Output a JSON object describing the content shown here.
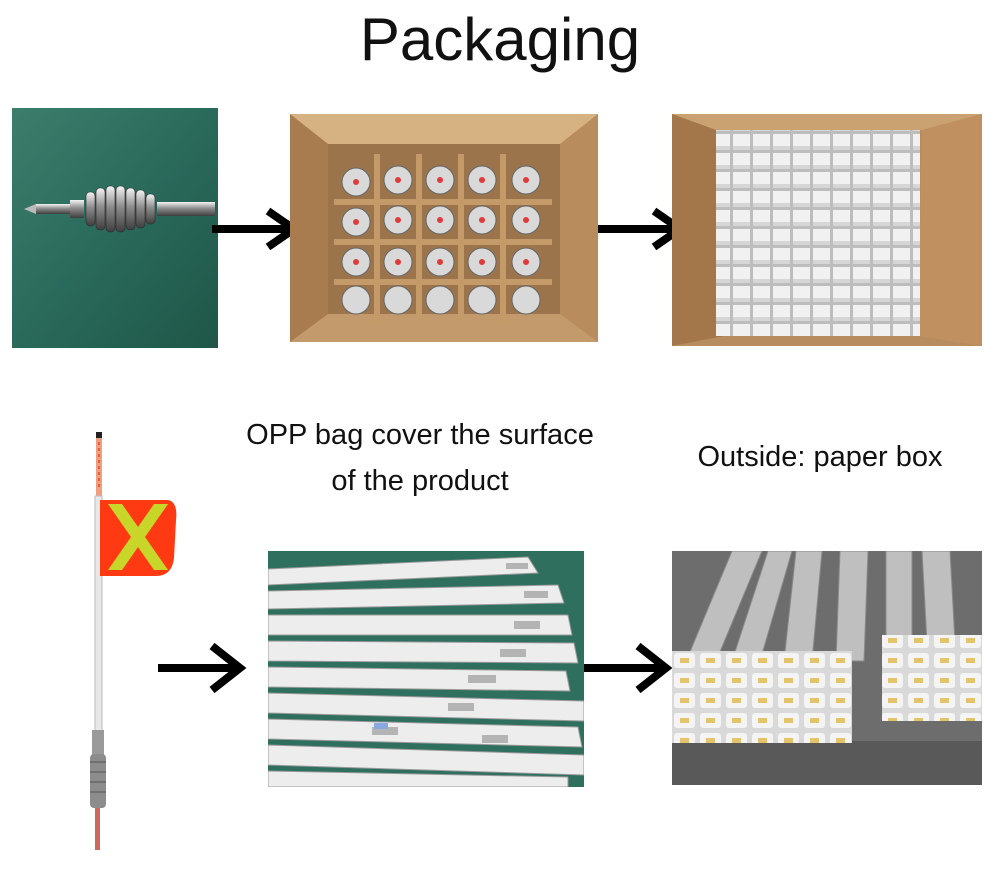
{
  "header": {
    "title": "Packaging"
  },
  "captions": {
    "opp_line1": "OPP bag cover the surface",
    "opp_line2": "of the product",
    "outside": "Outside: paper box"
  },
  "photos": [
    {
      "name": "spring-mount-photo",
      "subject": "chrome spring mount"
    },
    {
      "name": "carton-dividers-photo",
      "subject": "springs in carton dividers"
    },
    {
      "name": "carton-white-boxes-photo",
      "subject": "carton of small white boxes"
    },
    {
      "name": "flag-whip-photo",
      "subject": "flag whip with orange X flag"
    },
    {
      "name": "opp-bags-photo",
      "subject": "whips in OPP bags"
    },
    {
      "name": "paper-box-bundles-photo",
      "subject": "bundled whips in paper boxes"
    }
  ],
  "colors": {
    "arrow": "#000000",
    "flag": "#ff3a12",
    "flag_x": "#c8d62a",
    "carton": "#b58a5a"
  }
}
